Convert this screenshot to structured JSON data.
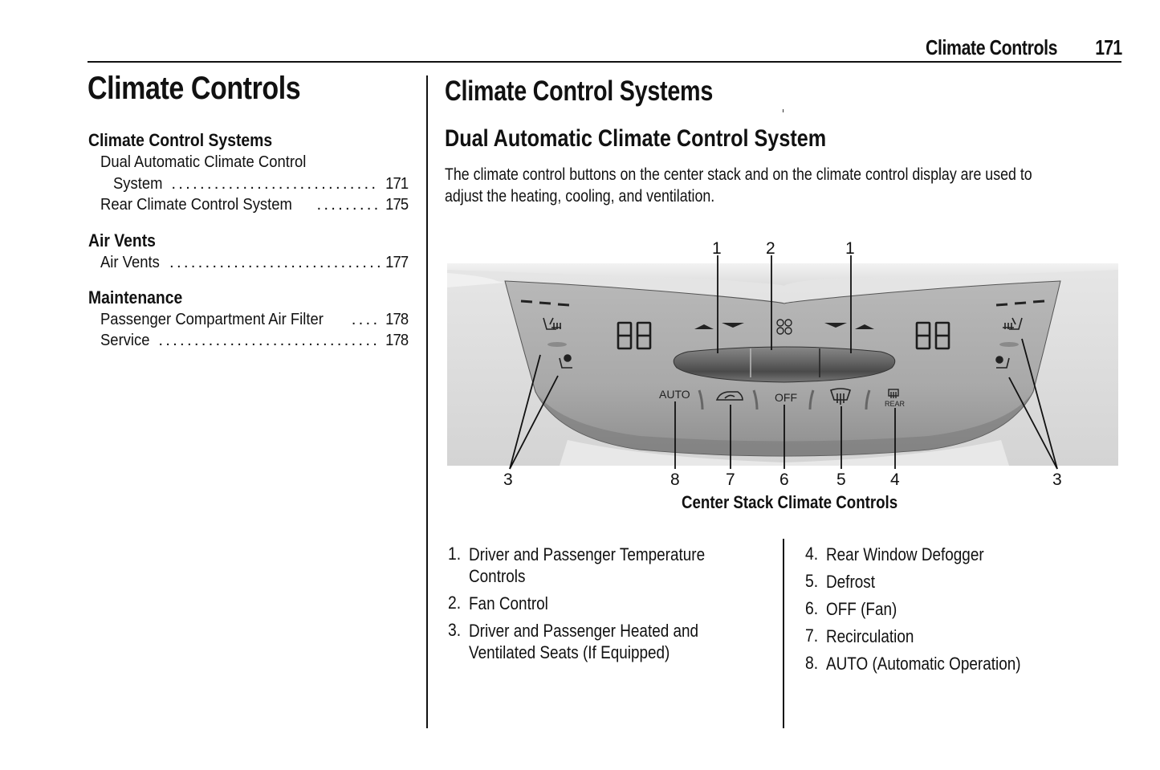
{
  "header": {
    "section_name": "Climate Controls",
    "page_number": "171"
  },
  "chapter": {
    "title": "Climate Controls",
    "toc": [
      {
        "heading": "Climate Control Systems",
        "entries": [
          {
            "label_line1": "Dual Automatic Climate Control",
            "label": "System",
            "page": "171"
          },
          {
            "label": "Rear Climate Control System",
            "page": "175"
          }
        ]
      },
      {
        "heading": "Air Vents",
        "entries": [
          {
            "label": "Air Vents",
            "page": "177"
          }
        ]
      },
      {
        "heading": "Maintenance",
        "entries": [
          {
            "label": "Passenger Compartment Air Filter",
            "page": "178"
          },
          {
            "label": "Service",
            "page": "178"
          }
        ]
      }
    ]
  },
  "content": {
    "section_title": "Climate Control Systems",
    "subsection_title": "Dual Automatic Climate Control System",
    "intro_line_1": "The climate control buttons on the center stack and on the climate control display are used to",
    "intro_line_2": "adjust the heating, cooling, and ventilation."
  },
  "figure": {
    "caption": "Center Stack Climate Controls",
    "display_segments": {
      "left_temp": "88",
      "right_temp": "88"
    },
    "button_labels": {
      "auto": "AUTO",
      "off": "OFF",
      "rear": "REAR"
    },
    "icons": [
      "heated-seat-icon",
      "ventilated-seat-icon",
      "fan-icon",
      "recirculation-icon",
      "defrost-icon",
      "rear-defog-icon",
      "temp-up-arrow-icon",
      "temp-down-arrow-icon"
    ],
    "callouts_top": [
      "1",
      "2",
      "1"
    ],
    "callouts_bottom": [
      "3",
      "8",
      "7",
      "6",
      "5",
      "4",
      "3"
    ]
  },
  "legend": {
    "left": [
      {
        "num": "1.",
        "lines": [
          "Driver and Passenger Temperature",
          "Controls"
        ]
      },
      {
        "num": "2.",
        "lines": [
          "Fan Control"
        ]
      },
      {
        "num": "3.",
        "lines": [
          "Driver and Passenger Heated and",
          "Ventilated Seats (If Equipped)"
        ]
      }
    ],
    "right": [
      {
        "num": "4.",
        "lines": [
          "Rear Window Defogger"
        ]
      },
      {
        "num": "5.",
        "lines": [
          "Defrost"
        ]
      },
      {
        "num": "6.",
        "lines": [
          "OFF (Fan)"
        ]
      },
      {
        "num": "7.",
        "lines": [
          "Recirculation"
        ]
      },
      {
        "num": "8.",
        "lines": [
          "AUTO (Automatic Operation)"
        ]
      }
    ]
  }
}
